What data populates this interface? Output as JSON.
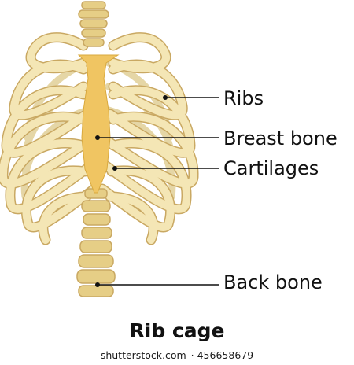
{
  "labels": {
    "ribs": "Ribs",
    "breast_bone": "Breast bone",
    "cartilages": "Cartilages",
    "back_bone": "Back bone"
  },
  "title": "Rib cage",
  "watermark": {
    "brand": "shutterstock.com",
    "id": "· 456658679"
  },
  "colors": {
    "bone": "#F4E6B5",
    "bone_outline": "#C9A862",
    "back_rib": "#E5D6A6",
    "sternum": "#F0C562",
    "spine": "#E6CE86",
    "leader_line": "#111111"
  }
}
